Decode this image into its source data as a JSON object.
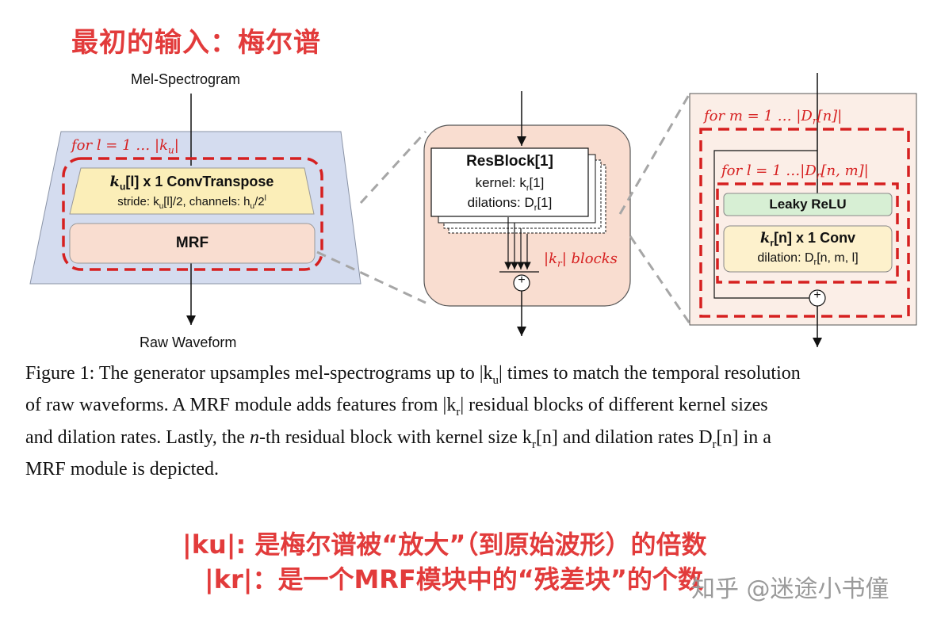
{
  "annotation_top": "最初的输入：梅尔谱",
  "left": {
    "input_label": "Mel-Spectrogram",
    "output_label": "Raw Waveform",
    "loop": "for  l = 1 … |k",
    "loop_sub": "u",
    "loop_close": "|",
    "convt_title_a": "k",
    "convt_title_sub": "u",
    "convt_title_b": "[l] x 1  ConvTranspose",
    "convt_sub": "stride: k",
    "convt_sub_b": "u",
    "convt_sub_c": "[l]/2, channels: h",
    "convt_sub_d": "u",
    "convt_sub_e": "/2",
    "convt_sub_f": "l",
    "mrf": "MRF"
  },
  "middle": {
    "resblock_a": "ResBlock[",
    "resblock_num": "1",
    "resblock_b": "]",
    "kernel_a": "kernel: k",
    "kernel_sub": "r",
    "kernel_b": "[1]",
    "dil_a": "dilations: D",
    "dil_sub": "r",
    "dil_b": "[1]",
    "blocks_a": "|k",
    "blocks_sub": "r",
    "blocks_b": "| blocks",
    "plus": "+"
  },
  "right": {
    "outer_loop_a": "for  m = 1 … |D",
    "outer_loop_sub": "r",
    "outer_loop_b": "[n]|",
    "inner_loop_a": "for  l = 1 …|D",
    "inner_loop_sub": "r",
    "inner_loop_b": "[n, m]|",
    "leaky": "Leaky ReLU",
    "conv_a": "k",
    "conv_sub": "r",
    "conv_b": "[n] x 1  Conv",
    "dilation_a": "dilation: D",
    "dilation_sub": "r",
    "dilation_b": "[n, m, l]",
    "plus": "+"
  },
  "caption": {
    "l1a": "Figure 1: The generator upsamples mel-spectrograms up to |k",
    "l1s": "u",
    "l1b": "| times to match the temporal resolution",
    "l2a": "of raw waveforms. A MRF module adds features from |k",
    "l2s": "r",
    "l2b": "| residual blocks of different kernel sizes",
    "l3a": "and dilation rates. Lastly, the ",
    "l3n": "n",
    "l3b": "-th residual block with kernel size k",
    "l3s": "r",
    "l3c": "[n] and dilation rates D",
    "l3s2": "r",
    "l3d": "[n] in a",
    "l4": "MRF module is depicted."
  },
  "notes": {
    "line1": "|ku|: 是梅尔谱被“放大”（到原始波形）的倍数",
    "line2": "|kr|：是一个MRF模块中的“残差块”的个数"
  },
  "watermark": "知乎 @迷途小书僮",
  "colors": {
    "accent_red": "#e23b3b",
    "dashed_red": "#d62020",
    "left_bg": "#d4dcef",
    "convt_fill": "#fbeeb8",
    "mrf_fill": "#f9ddd0",
    "middle_bg": "#f9ddd0",
    "right_bg": "#fbeee7",
    "leaky_fill": "#d7efd4",
    "conv_fill": "#fdf1cc"
  }
}
